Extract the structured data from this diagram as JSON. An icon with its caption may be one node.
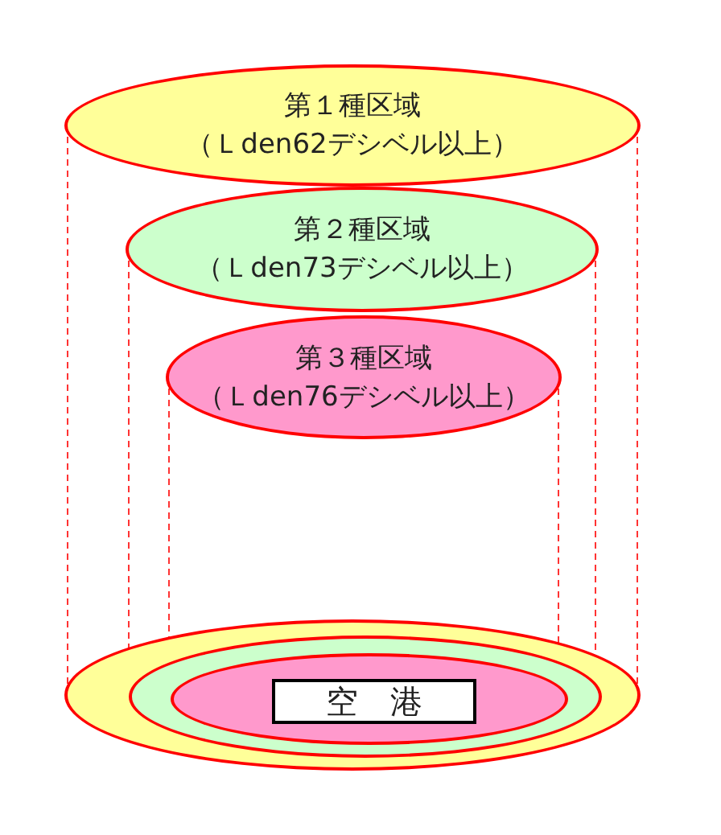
{
  "diagram": {
    "nodes": [
      {
        "text": [
          "第１種区域",
          "（Ｌden62デシベル以上）"
        ]
      },
      {
        "text": [
          "第２種区域",
          "（Ｌden73デシベル以上）"
        ]
      },
      {
        "text": [
          "第３種区域",
          "（Ｌden76デシベル以上）"
        ]
      },
      {
        "text": [],
        "shape": "ellipse"
      },
      {
        "text": [],
        "shape": "ellipse",
        "in": 3
      },
      {
        "text": [],
        "shape": "ellipse",
        "in": 4
      },
      {
        "text": [
          "空　港"
        ],
        "in": 5
      }
    ],
    "edges": [
      {
        "from": 0,
        "to": 3,
        "arrow": "none",
        "style": "dashed"
      },
      {
        "from": 0,
        "to": 3,
        "arrow": "none",
        "style": "dashed"
      },
      {
        "from": 1,
        "to": 4,
        "arrow": "none",
        "style": "dashed"
      },
      {
        "from": 1,
        "to": 4,
        "arrow": "none",
        "style": "dashed"
      },
      {
        "from": 2,
        "to": 5,
        "arrow": "none",
        "style": "dashed"
      },
      {
        "from": 2,
        "to": 5,
        "arrow": "none",
        "style": "dashed"
      }
    ]
  }
}
